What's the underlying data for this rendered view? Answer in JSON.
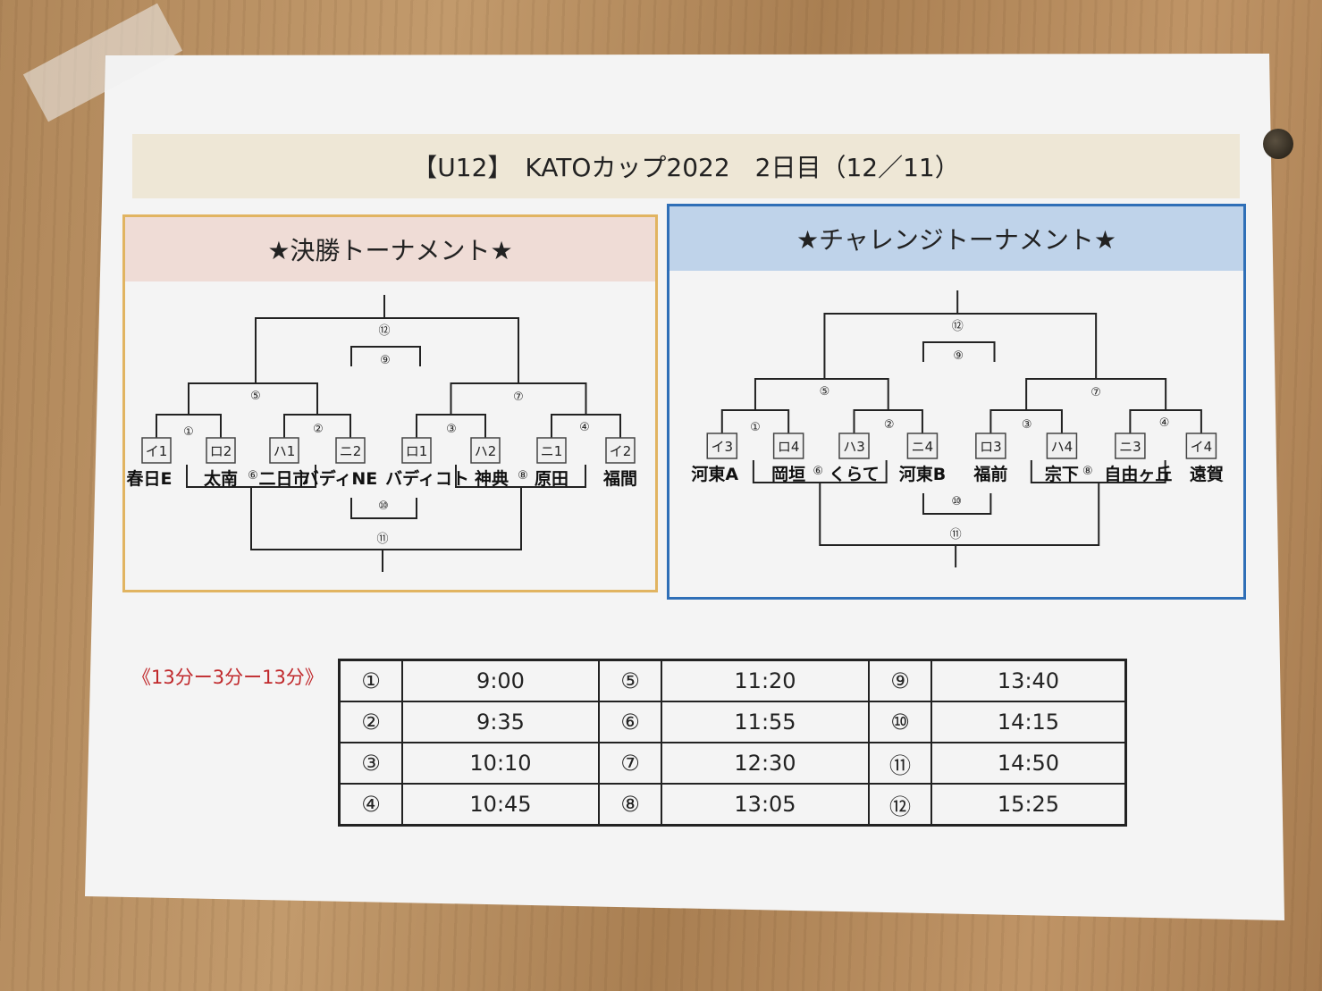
{
  "title": "【U12】　KATOカップ2022　2日目（12／11）",
  "final_tournament": {
    "title": "★決勝トーナメント★",
    "seeds": [
      "イ1",
      "ロ2",
      "ハ1",
      "ニ2",
      "ロ1",
      "ハ2",
      "ニ1",
      "イ2"
    ],
    "teams": [
      "春日E",
      "太南",
      "二日市",
      "バディNE",
      "バディコト",
      "神典",
      "原田",
      "福間"
    ],
    "matches": {
      "m1": "①",
      "m2": "②",
      "m3": "③",
      "m4": "④",
      "m5": "⑤",
      "m6": "⑥",
      "m7": "⑦",
      "m8": "⑧",
      "m9": "⑨",
      "m10": "⑩",
      "m11": "⑪",
      "m12": "⑫"
    }
  },
  "challenge_tournament": {
    "title": "★チャレンジトーナメント★",
    "seeds": [
      "イ3",
      "ロ4",
      "ハ3",
      "ニ4",
      "ロ3",
      "ハ4",
      "ニ3",
      "イ4"
    ],
    "teams": [
      "河東A",
      "岡垣",
      "くらて",
      "河東B",
      "福前",
      "宗下",
      "自由ヶ丘",
      "遠賀"
    ],
    "matches": {
      "m1": "①",
      "m2": "②",
      "m3": "③",
      "m4": "④",
      "m5": "⑤",
      "m6": "⑥",
      "m7": "⑦",
      "m8": "⑧",
      "m9": "⑨",
      "m10": "⑩",
      "m11": "⑪",
      "m12": "⑫"
    }
  },
  "format": "《13分ー3分ー13分》",
  "schedule": [
    [
      {
        "m": "①",
        "t": "9:00"
      },
      {
        "m": "⑤",
        "t": "11:20"
      },
      {
        "m": "⑨",
        "t": "13:40"
      }
    ],
    [
      {
        "m": "②",
        "t": "9:35"
      },
      {
        "m": "⑥",
        "t": "11:55"
      },
      {
        "m": "⑩",
        "t": "14:15"
      }
    ],
    [
      {
        "m": "③",
        "t": "10:10"
      },
      {
        "m": "⑦",
        "t": "12:30"
      },
      {
        "m": "⑪",
        "t": "14:50"
      }
    ],
    [
      {
        "m": "④",
        "t": "10:45"
      },
      {
        "m": "⑧",
        "t": "13:05"
      },
      {
        "m": "⑫",
        "t": "15:25"
      }
    ]
  ],
  "colors": {
    "final_border": "#e1b461",
    "challenge_border": "#2f6fb7",
    "format_text": "#c0282b"
  }
}
